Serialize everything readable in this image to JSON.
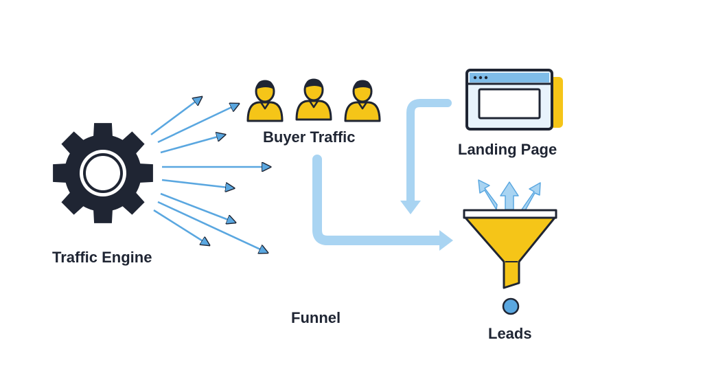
{
  "labels": {
    "traffic_engine": "Traffic Engine",
    "buyer_traffic": "Buyer Traffic",
    "landing_page": "Landing Page",
    "funnel": "Funnel",
    "leads": "Leads"
  },
  "icons": {
    "engine": "gear-icon",
    "buyers": "person-icon",
    "landing": "browser-window-icon",
    "funnel": "funnel-icon",
    "lead": "dot-icon"
  },
  "colors": {
    "dark": "#1f2533",
    "yellow": "#f5c518",
    "light_blue": "#a9d4f2",
    "arrow_blue": "#5aa7e0",
    "window_fill": "#e8f3fc"
  }
}
